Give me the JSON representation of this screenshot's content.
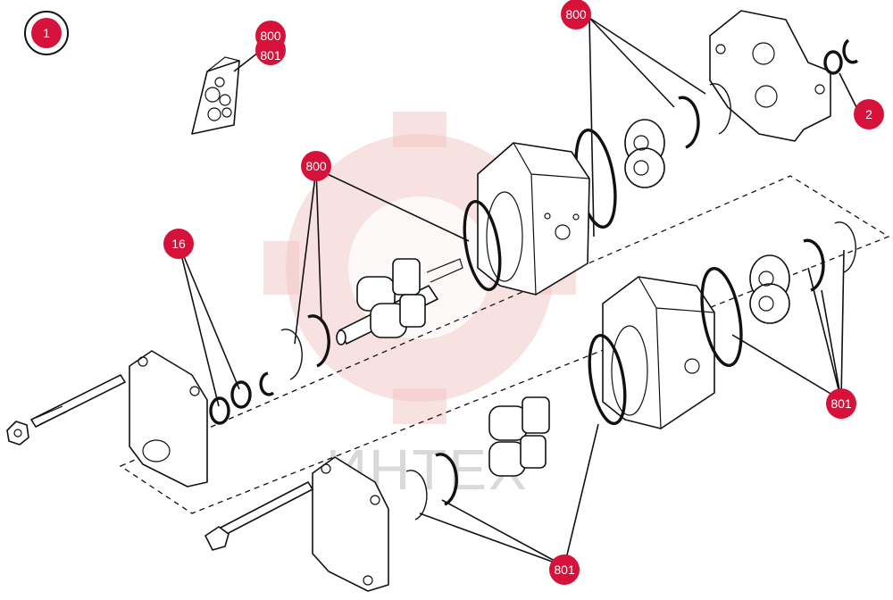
{
  "colors": {
    "callout_fill": "#d7123a",
    "callout_text": "#ffffff",
    "line": "#111111",
    "watermark": "#f3c9c9"
  },
  "watermark": {
    "text": "ИНТЕХ"
  },
  "callouts": {
    "c1": "1",
    "c2": "2",
    "c16": "16",
    "c800a": "800",
    "c801a": "801",
    "c800b": "800",
    "c800c": "800",
    "c801b": "801",
    "c801c": "801"
  }
}
